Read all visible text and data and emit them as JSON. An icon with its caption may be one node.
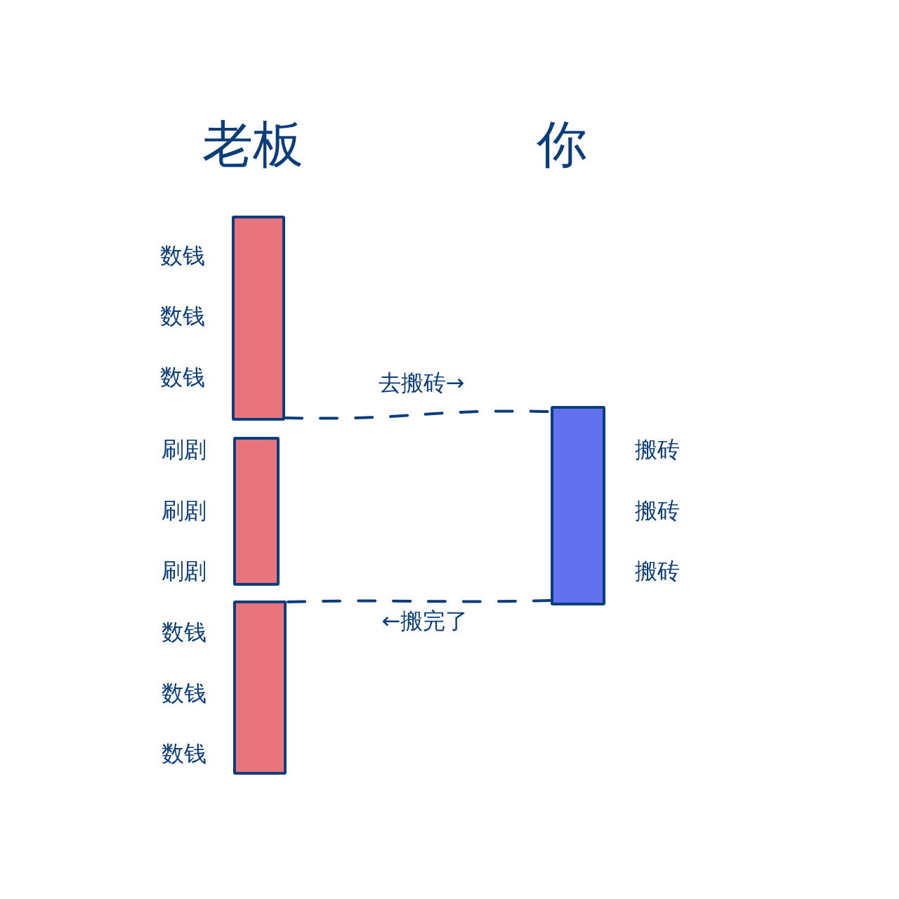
{
  "diagram": {
    "nodes": [
      {
        "text": [],
        "shape": "bar",
        "beside": [
          "数钱",
          "数钱",
          "数钱"
        ]
      },
      {
        "text": [],
        "shape": "bar",
        "beside": [
          "刷剧",
          "刷剧",
          "刷剧"
        ]
      },
      {
        "text": [],
        "shape": "bar",
        "beside": [
          "数钱",
          "数钱",
          "数钱"
        ]
      },
      {
        "text": [],
        "shape": "bar",
        "beside": [
          "搬砖",
          "搬砖",
          "搬砖"
        ]
      }
    ],
    "edges": [
      {
        "from": 0,
        "to": 3,
        "arrow": "none",
        "style": "dashed",
        "label": "去搬砖→"
      },
      {
        "from": 3,
        "to": 2,
        "arrow": "none",
        "style": "dashed",
        "label": "←搬完了"
      }
    ],
    "labels": [
      "老板",
      "你"
    ]
  }
}
